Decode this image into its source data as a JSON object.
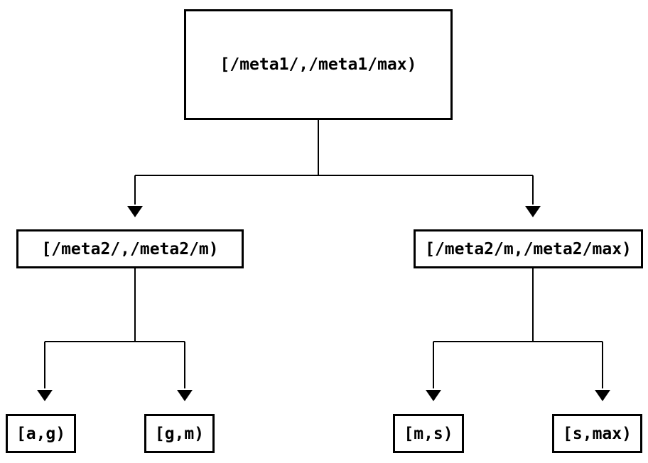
{
  "diagram": {
    "type": "tree",
    "colors": {
      "background": "#ffffff",
      "line": "#000000",
      "text": "#000000"
    },
    "nodes": {
      "root": {
        "label": "[/meta1/,/meta1/max)"
      },
      "meta2_left": {
        "label": "[/meta2/,/meta2/m)"
      },
      "meta2_right": {
        "label": "[/meta2/m,/meta2/max)"
      },
      "leaf_ag": {
        "label": "[a,g)"
      },
      "leaf_gm": {
        "label": "[g,m)"
      },
      "leaf_ms": {
        "label": "[m,s)"
      },
      "leaf_smax": {
        "label": "[s,max)"
      }
    },
    "edges": [
      {
        "from": "root",
        "to": [
          "meta2_left",
          "meta2_right"
        ]
      },
      {
        "from": "meta2_left",
        "to": [
          "leaf_ag",
          "leaf_gm"
        ]
      },
      {
        "from": "meta2_right",
        "to": [
          "leaf_ms",
          "leaf_smax"
        ]
      }
    ]
  }
}
